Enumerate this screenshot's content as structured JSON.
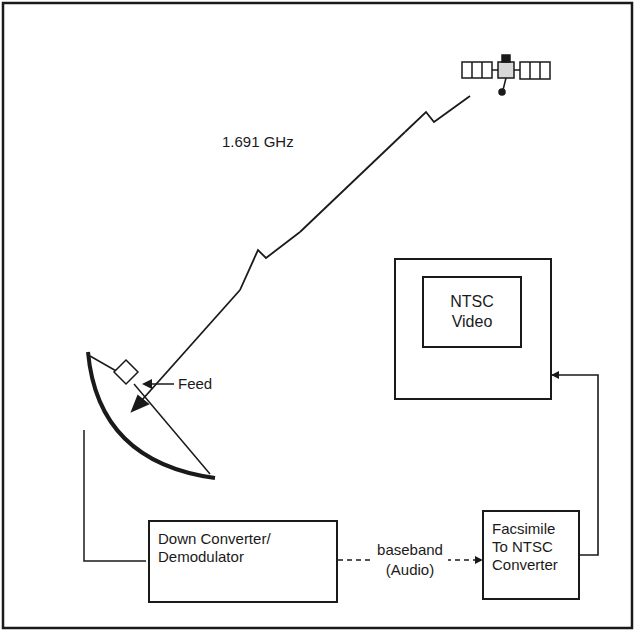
{
  "diagram": {
    "nodes": [
      {
        "text": [
          "NTSC Video"
        ]
      },
      {
        "text": [
          "Down Converter/ Demodulator"
        ]
      },
      {
        "text": [
          "Facsimile To NTSC Converter"
        ]
      }
    ],
    "edges": [
      {
        "from": 1,
        "to": 2,
        "arrow": "to",
        "label": "baseband (Audio)"
      },
      {
        "from": 2,
        "to": 0,
        "arrow": "to"
      }
    ],
    "labels": [
      "1.691 GHz",
      "Feed"
    ]
  }
}
